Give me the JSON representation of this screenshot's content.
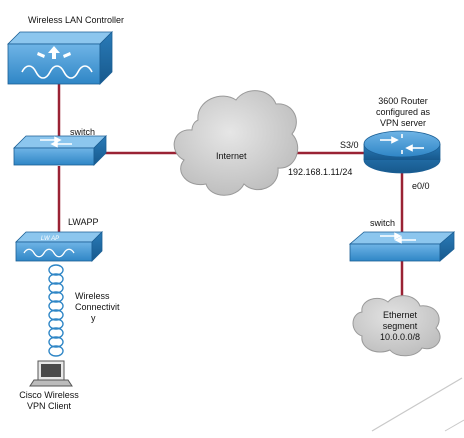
{
  "labels": {
    "wlc": "Wireless LAN Controller",
    "switch_left": "switch",
    "lwapp": "LWAPP",
    "wireless_connectivity": [
      "Wireless",
      "Connectivit",
      "y"
    ],
    "client": [
      "Cisco Wireless",
      "VPN Client"
    ],
    "internet": "Internet",
    "s3_0": "S3/0",
    "ip": "192.168.1.11/24",
    "router": [
      "3600 Router",
      "configured as",
      "VPN server"
    ],
    "e0_0": "e0/0",
    "switch_right": "switch",
    "ethernet": [
      "Ethernet",
      "segment",
      "10.0.0.0/8"
    ]
  },
  "colors": {
    "device_blue": "#2f86c6",
    "device_blue_dark": "#1b5f95",
    "link_red": "#9a2234",
    "cloud_gray": "#cfcfcf"
  },
  "icons": {
    "wlc": "wireless-lan-controller-icon",
    "switch": "switch-icon",
    "access_point": "lightweight-access-point-icon",
    "router": "router-icon",
    "laptop": "laptop-icon",
    "cloud": "cloud-icon"
  }
}
